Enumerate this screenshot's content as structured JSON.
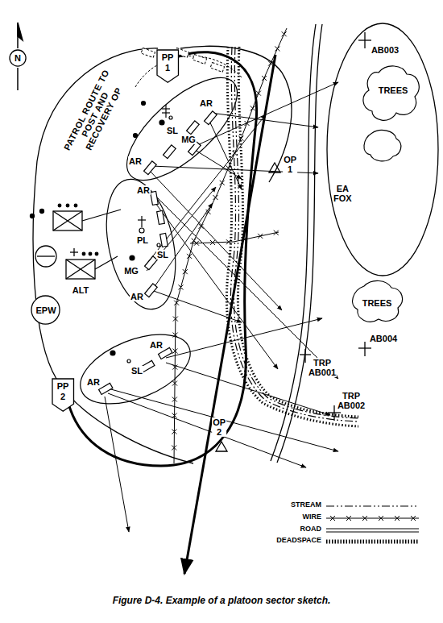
{
  "diagram": {
    "caption": "Figure D-4. Example of a platoon sector sketch.",
    "nodes": [
      {
        "text": [
          "PP 1"
        ]
      },
      {
        "text": [
          "N"
        ]
      },
      {
        "text": [
          "EPW"
        ]
      },
      {
        "text": [
          "PP 2"
        ]
      },
      {
        "text": [
          "EA FOX"
        ]
      }
    ],
    "labels": [
      "PATROL ROUTE TO POST AND RECOVERY OP",
      "SL",
      "AR",
      "MG",
      "AR",
      "AR",
      "PL",
      "SL",
      "MG",
      "AR",
      "ALT",
      "SL",
      "AR",
      "AR",
      "OP 1",
      "TRP AB001",
      "OP 2",
      "TRP AB002",
      "AB003",
      "TREES",
      "TREES",
      "AB004"
    ],
    "legend": [
      {
        "text": "STREAM"
      },
      {
        "text": "WIRE"
      },
      {
        "text": "ROAD"
      },
      {
        "text": "DEADSPACE"
      }
    ]
  }
}
